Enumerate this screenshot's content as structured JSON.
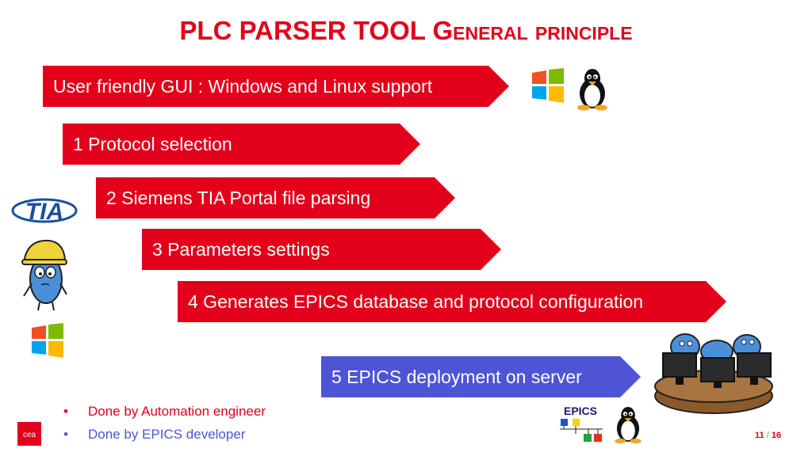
{
  "title": {
    "main": "PLC PARSER TOOL",
    "sub": "General principle"
  },
  "arrows": [
    {
      "label": "User friendly GUI : Windows and Linux support",
      "color": "#e2001a"
    },
    {
      "label": "1 Protocol selection",
      "color": "#e2001a"
    },
    {
      "label": "2 Siemens TIA Portal file parsing",
      "color": "#e2001a"
    },
    {
      "label": "3 Parameters settings",
      "color": "#e2001a"
    },
    {
      "label": "4 Generates EPICS database and protocol configuration",
      "color": "#e2001a"
    },
    {
      "label": "5 EPICS deployment on server",
      "color": "#4d55d6"
    }
  ],
  "legend": [
    {
      "text": "Done by Automation engineer",
      "color": "#e2001a"
    },
    {
      "text": "Done by EPICS developer",
      "color": "#4d55d6"
    }
  ],
  "logos": {
    "tia": "TIA",
    "epics": "EPICS",
    "cea": "cea"
  },
  "icons": [
    "windows-icon",
    "linux-penguin-icon",
    "tia-portal-logo",
    "engineer-character-icon",
    "epics-developers-icon",
    "epics-logo",
    "cea-logo"
  ],
  "page": {
    "current": "11",
    "separator": "/",
    "total": "16"
  }
}
